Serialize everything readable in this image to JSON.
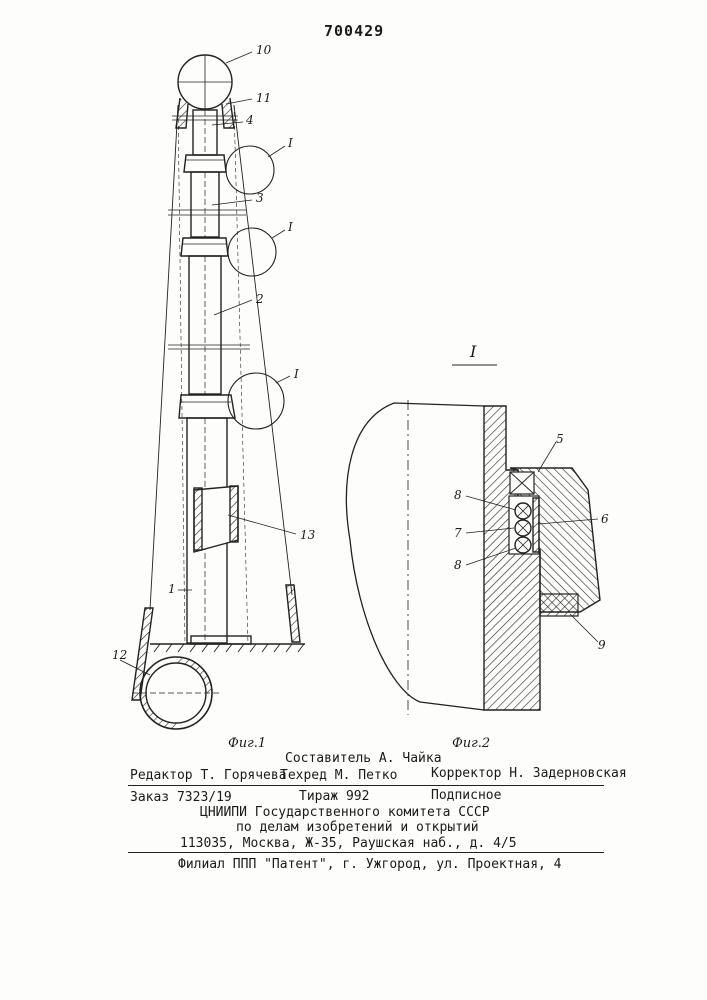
{
  "patent_number": "700429",
  "fig1": {
    "caption": "Фиг.1",
    "labels": {
      "l10": "10",
      "l11": "11",
      "l4": "4",
      "l3": "3",
      "l2": "2",
      "l1": "1",
      "l13": "13",
      "l12": "12",
      "i1": "I",
      "i2": "I",
      "i3": "I"
    }
  },
  "fig2": {
    "caption": "Фиг.2",
    "title": "I",
    "labels": {
      "l5": "5",
      "l8a": "8",
      "l7": "7",
      "l6": "6",
      "l8b": "8",
      "l9": "9"
    }
  },
  "colophon": {
    "compiler": "Составитель А. Чайка",
    "editor": "Редактор Т. Горячева",
    "techred": "Техред М. Петко",
    "corrector": "Корректор Н. Задерновская",
    "order": "Заказ 7323/19",
    "circulation": "Тираж 992",
    "subscription": "Подписное",
    "org_line1": "ЦНИИПИ Государственного комитета СССР",
    "org_line2": "по делам изобретений и открытий",
    "address": "113035, Москва, Ж-35, Раушская наб., д. 4/5",
    "branch": "Филиал ППП \"Патент\", г. Ужгород, ул. Проектная, 4"
  }
}
